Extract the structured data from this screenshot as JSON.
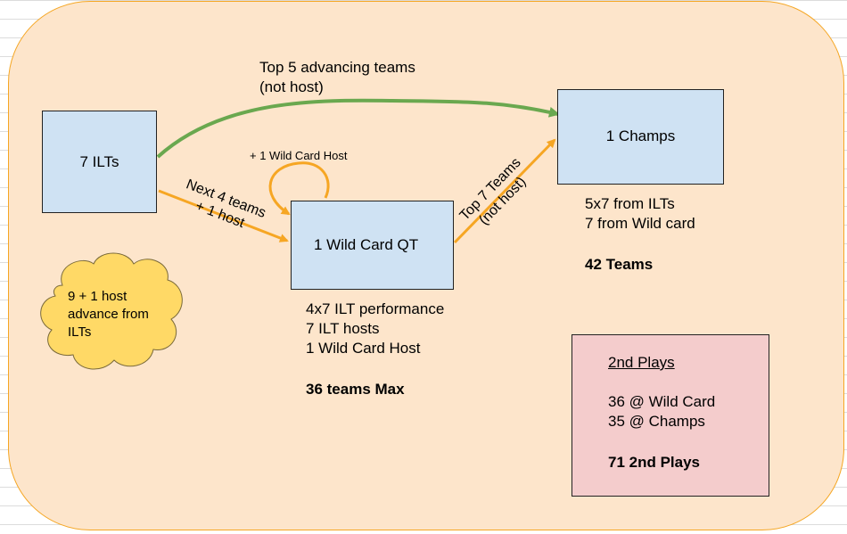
{
  "nodes": {
    "ilts": {
      "label": "7 ILTs"
    },
    "wildcard": {
      "label": "1 Wild Card QT"
    },
    "champs": {
      "label": "1 Champs"
    }
  },
  "edges": {
    "top5": {
      "line1": "Top 5 advancing teams",
      "line2": "(not host)"
    },
    "next4": {
      "line1": "Next 4 teams",
      "line2": "+ 1 host"
    },
    "top7": {
      "line1": "Top 7 Teams",
      "line2": "(not host)"
    },
    "selfloop": {
      "label": "+ 1 Wild Card Host"
    }
  },
  "cloud": {
    "lines": [
      "9 + 1 host",
      "advance from",
      "ILTs"
    ]
  },
  "wildcard_notes": {
    "lines": [
      "4x7 ILT performance",
      "7 ILT hosts",
      "1 Wild Card Host"
    ],
    "total": "36 teams Max"
  },
  "champs_notes": {
    "lines": [
      "5x7 from ILTs",
      "7 from Wild card"
    ],
    "total": "42 Teams"
  },
  "second_plays": {
    "title": "2nd Plays",
    "lines": [
      "36 @ Wild Card",
      "35 @ Champs"
    ],
    "total": "71 2nd Plays"
  },
  "colors": {
    "green_arrow": "#6aa84f",
    "orange_arrow": "#f6a623",
    "panel_fill": "#fde5cb",
    "box_fill": "#cfe2f3",
    "pink_fill": "#f4cccc",
    "cloud_fill": "#ffd966"
  }
}
